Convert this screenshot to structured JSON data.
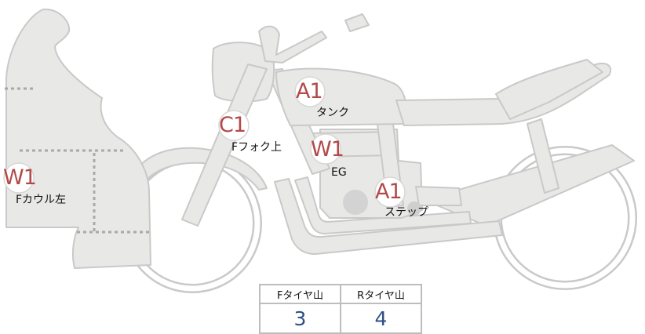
{
  "markers": [
    {
      "code": "A1",
      "label": "タンク"
    },
    {
      "code": "C1",
      "label": "Fフォク上"
    },
    {
      "code": "W1",
      "label": "EG"
    },
    {
      "code": "A1",
      "label": "ステップ"
    },
    {
      "code": "W1",
      "label": "Fカウル左"
    }
  ],
  "tire_table": {
    "headers": [
      "Fタイヤ山",
      "Rタイヤ山"
    ],
    "values": [
      "3",
      "4"
    ]
  },
  "colors": {
    "body_fill": "#e8e8e6",
    "outline": "#c9c9c9",
    "dotted_line": "#a9a9a9",
    "marker_code": "#b24a4a",
    "table_value": "#2e4f86"
  }
}
